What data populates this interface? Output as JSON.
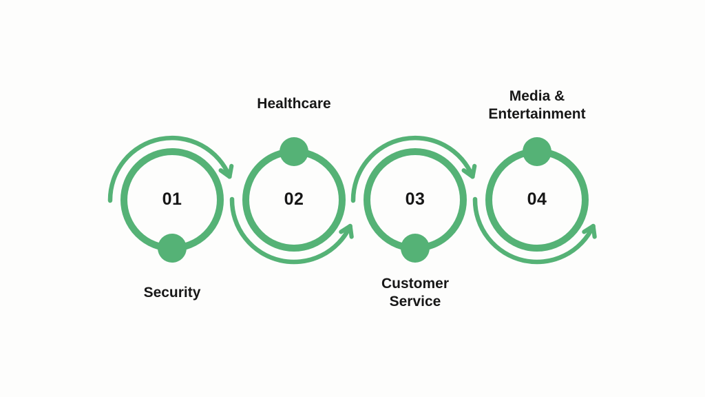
{
  "colors": {
    "accent": "#55b276",
    "text": "#171717",
    "background": "#fdfdfc"
  },
  "items": [
    {
      "number": "01",
      "label": "Security",
      "label_position": "bottom",
      "dot_position": "bottom",
      "arc_position": "top",
      "arrow_direction": "clockwise"
    },
    {
      "number": "02",
      "label": "Healthcare",
      "label_position": "top",
      "dot_position": "top",
      "arc_position": "bottom",
      "arrow_direction": "counterclockwise"
    },
    {
      "number": "03",
      "label": "Customer\nService",
      "label_position": "bottom",
      "dot_position": "bottom",
      "arc_position": "top",
      "arrow_direction": "clockwise"
    },
    {
      "number": "04",
      "label": "Media &\nEntertainment",
      "label_position": "top",
      "dot_position": "top",
      "arc_position": "bottom",
      "arrow_direction": "counterclockwise"
    }
  ]
}
